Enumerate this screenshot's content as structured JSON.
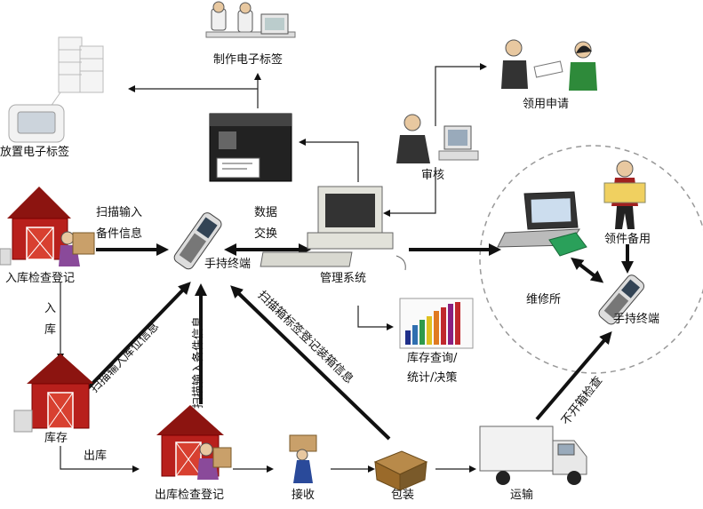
{
  "labels": {
    "make_tag": "制作电子标签",
    "place_tag": "放置电子标签",
    "apply": "领用申请",
    "audit": "审核",
    "scan_backup_1": "扫描输入",
    "scan_backup_2": "备件信息",
    "data_1": "数据",
    "data_2": "交换",
    "handheld": "手持终端",
    "mgmt": "管理系统",
    "inbound_check": "入库检查登记",
    "inbound_1": "入",
    "inbound_2": "库",
    "stock": "库存",
    "outbound": "出库",
    "outbound_check": "出库检查登记",
    "receive": "接收",
    "pack": "包装",
    "transport": "运输",
    "repair_shop": "维修所",
    "take_spare": "领件备用",
    "handheld_repair": "手持终端",
    "query_1": "库存查询/",
    "query_2": "统计/决策",
    "scan_location": "扫描输入库位信息",
    "scan_spare_info": "扫描输入备件信息",
    "scan_box_tag": "扫描箱标签登记装箱信息",
    "no_unpack": "不开箱检查"
  },
  "colors": {
    "barn_red": "#b8201c",
    "barn_roof": "#8c1410",
    "arrow": "#111111",
    "bar_palette": [
      "#1f2f8a",
      "#2f6fb0",
      "#2f9a4a",
      "#e0c020",
      "#e07a20",
      "#c0282c",
      "#8a2080"
    ]
  },
  "icons": {
    "barn": "barn-icon",
    "handheld": "handheld-terminal-icon",
    "computer": "computer-icon",
    "printer": "label-printer-icon",
    "laptop": "laptop-icon",
    "truck": "truck-icon",
    "box": "package-icon",
    "worker": "worker-icon",
    "chart": "bar-chart-icon"
  }
}
